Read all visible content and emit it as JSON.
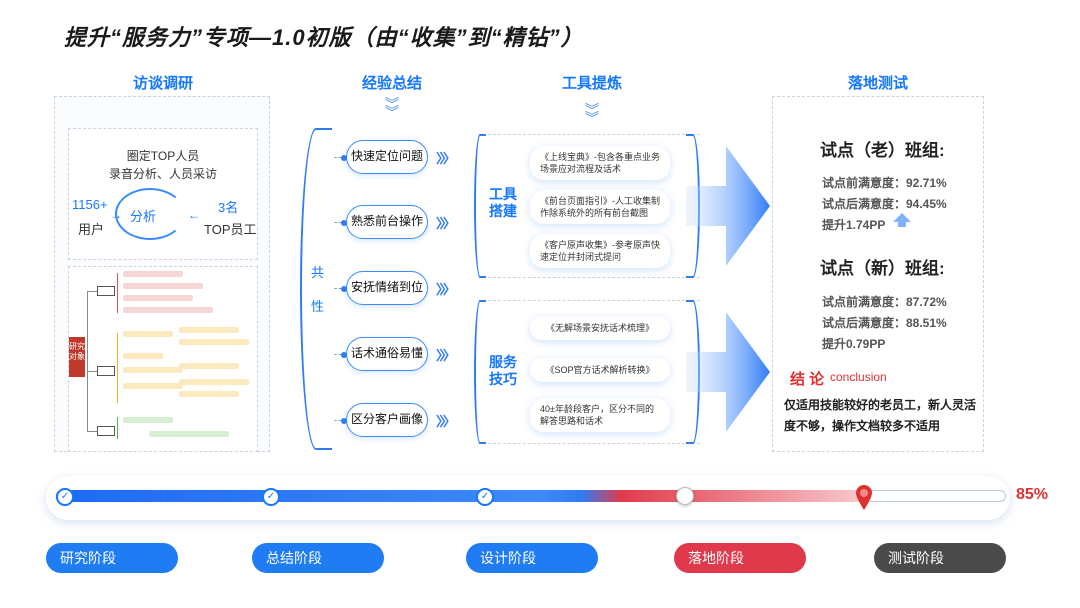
{
  "title": "提升“服务力”专项—1.0初版（由“收集”到“精钻”）",
  "columns": [
    "访谈调研",
    "经验总结",
    "工具提炼",
    "落地测试"
  ],
  "interview": {
    "line1": "圈定TOP人员",
    "line2": "录音分析、人员采访",
    "left_num": "1156+",
    "left_label": "用户",
    "center": "分析",
    "right_num": "3名",
    "right_label": "TOP员工",
    "mind_root": "研究对象"
  },
  "experience": {
    "common_label": [
      "共",
      "性"
    ],
    "items": [
      "快速定位问题",
      "熟悉前台操作",
      "安抚情绪到位",
      "话术通俗易懂",
      "区分客户画像"
    ]
  },
  "tools": {
    "groups": [
      {
        "tag": [
          "工具",
          "搭建"
        ],
        "items": [
          "《上线宝典》-包含各重点业务场景应对流程及话术",
          "《前台页面指引》-人工收集制作除系统外的所有前台截图",
          "《客户原声收集》-参考原声快速定位并封闭式提问"
        ]
      },
      {
        "tag": [
          "服务",
          "技巧"
        ],
        "items": [
          "《无解场景安抚话术梳理》",
          "《SOP官方话术解析转换》",
          "40±年龄段客户，区分不同的解答思路和话术"
        ]
      }
    ]
  },
  "landing": {
    "old": {
      "title": "试点（老）班组:",
      "before": "试点前满意度：92.71%",
      "after": "试点后满意度：94.45%",
      "delta": "提升1.74PP"
    },
    "new": {
      "title": "试点（新）班组:",
      "before": "试点前满意度：87.72%",
      "after": "试点后满意度：88.51%",
      "delta": "提升0.79PP"
    },
    "conclusion_title": "结 论",
    "conclusion_en": "conclusion",
    "conclusion_body": "仅适用技能较好的老员工，新人灵活度不够，操作文档较多不适用"
  },
  "progress": {
    "percent_text": "85%",
    "percent_value": 85,
    "stages": [
      {
        "label": "研究阶段",
        "color": "#1f7cf2",
        "done": true
      },
      {
        "label": "总结阶段",
        "color": "#1f7cf2",
        "done": true
      },
      {
        "label": "设计阶段",
        "color": "#1f7cf2",
        "done": true
      },
      {
        "label": "落地阶段",
        "color": "#e0394b",
        "done": false
      },
      {
        "label": "测试阶段",
        "color": "#4a4a4a",
        "done": false
      }
    ]
  }
}
